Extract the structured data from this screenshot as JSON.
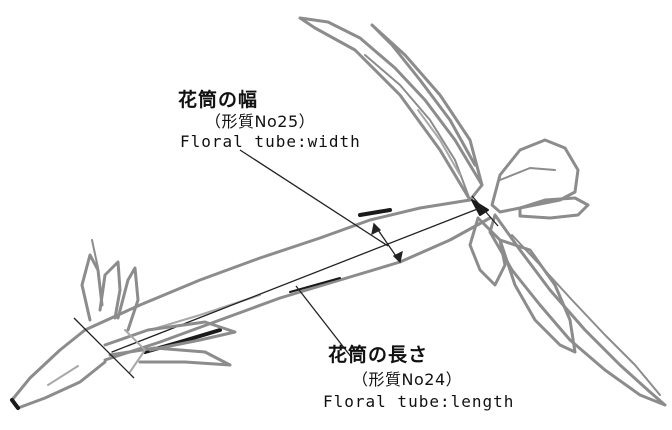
{
  "width_label": {
    "title_ja": "花筒の幅",
    "trait_no": "（形質No25）",
    "title_en": "Floral tube:width"
  },
  "length_label": {
    "title_ja": "花筒の長さ",
    "trait_no": "（形質No24）",
    "title_en": "Floral tube:length"
  },
  "colors": {
    "outline": "#8c8c8c",
    "shade": "#a8a8a8",
    "dark": "#1a1a1a",
    "leader": "#222222"
  }
}
